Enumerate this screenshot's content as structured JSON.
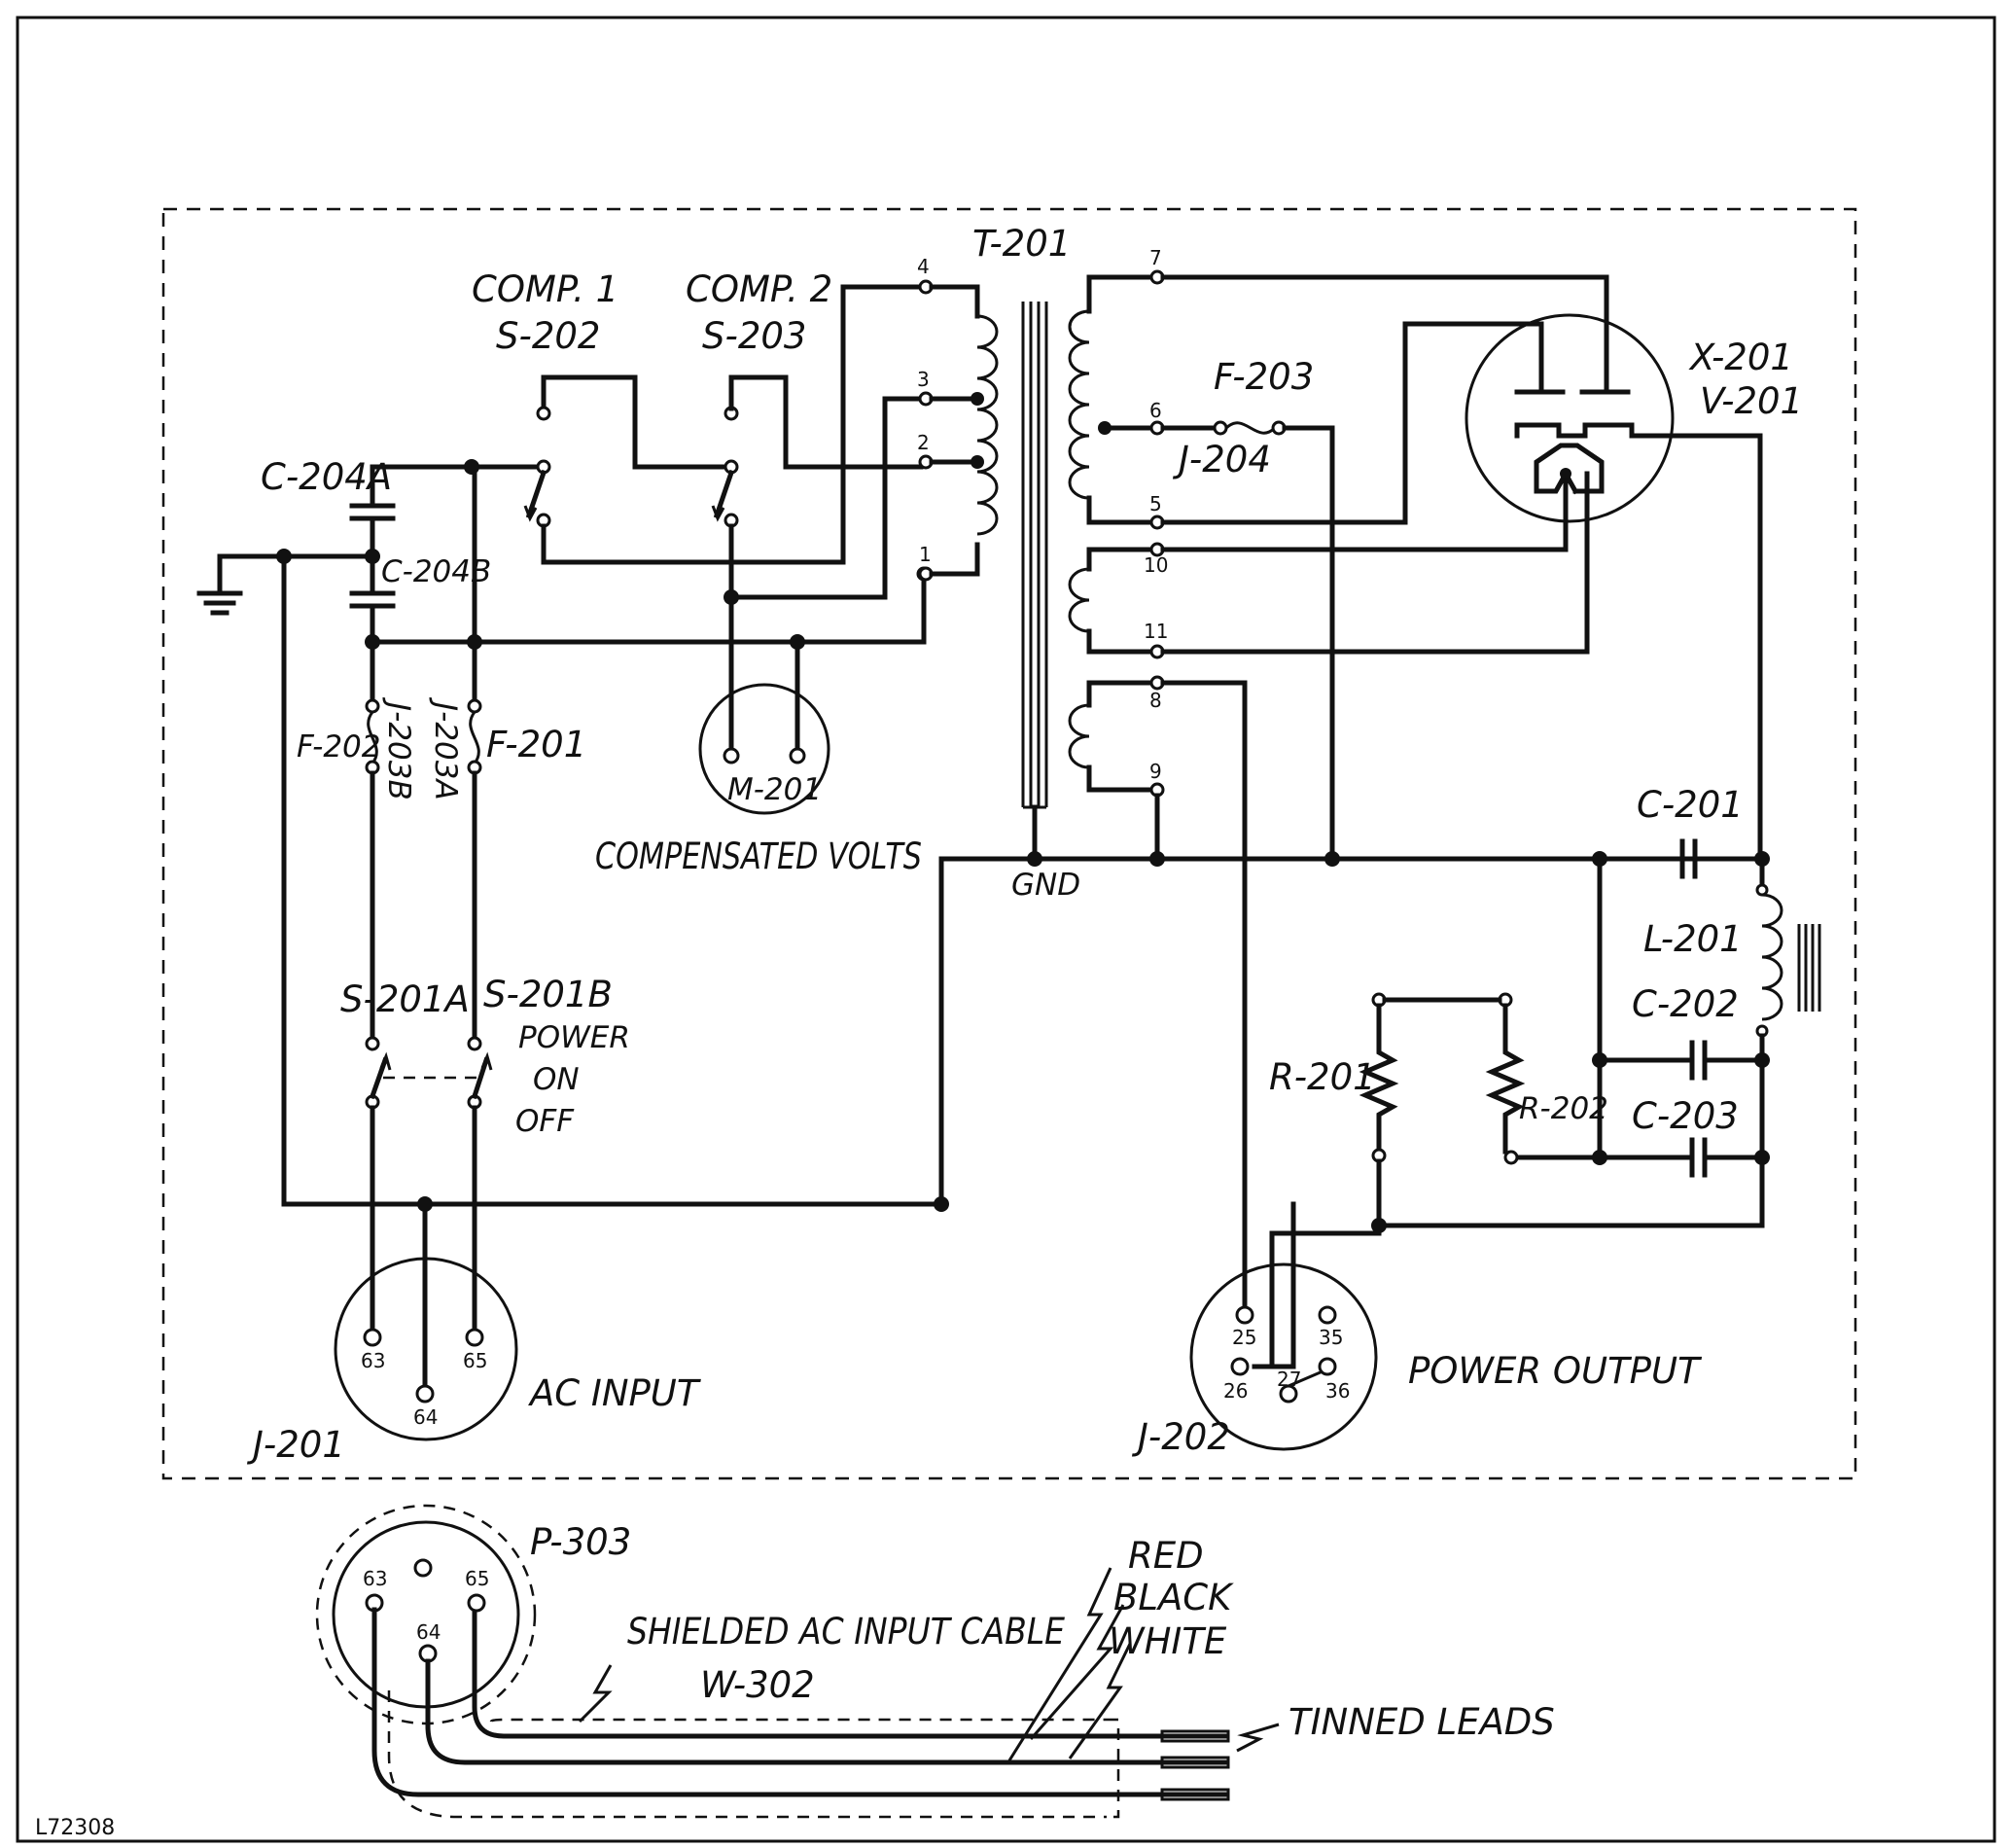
{
  "drawing_number": "L72308",
  "transformer": {
    "ref": "T-201",
    "ground": "GND",
    "terminals": [
      "1",
      "2",
      "3",
      "4",
      "5",
      "6",
      "7",
      "8",
      "9",
      "10",
      "11"
    ]
  },
  "switches": {
    "comp1": {
      "name": "COMP. 1",
      "ref": "S-202"
    },
    "comp2": {
      "name": "COMP. 2",
      "ref": "S-203"
    },
    "power_a": "S-201A",
    "power_b": "S-201B",
    "power_label": [
      "POWER",
      "ON",
      "OFF"
    ]
  },
  "capacitors": [
    "C-204A",
    "C-204B",
    "C-201",
    "C-202",
    "C-203"
  ],
  "fuses": {
    "f201": "F-201",
    "f202": "F-202",
    "f203": "F-203",
    "j203a": "J-203A",
    "j203b": "J-203B",
    "j204": "J-204"
  },
  "meter": {
    "ref": "M-201",
    "caption": "COMPENSATED VOLTS"
  },
  "tube": {
    "socket": "X-201",
    "ref": "V-201"
  },
  "inductor": "L-201",
  "resistors": [
    "R-201",
    "R-202"
  ],
  "ac_input": {
    "ref": "J-201",
    "caption": "AC INPUT",
    "pins": [
      "63",
      "64",
      "65"
    ]
  },
  "power_output": {
    "ref": "J-202",
    "caption": "POWER OUTPUT",
    "pins": [
      "25",
      "26",
      "27",
      "35",
      "36"
    ]
  },
  "plug": {
    "ref": "P-303",
    "pins": [
      "63",
      "64",
      "65"
    ]
  },
  "cable": {
    "name": "SHIELDED AC INPUT CABLE",
    "ref": "W-302",
    "wires": [
      "RED",
      "BLACK",
      "WHITE"
    ],
    "leads": "TINNED LEADS"
  }
}
